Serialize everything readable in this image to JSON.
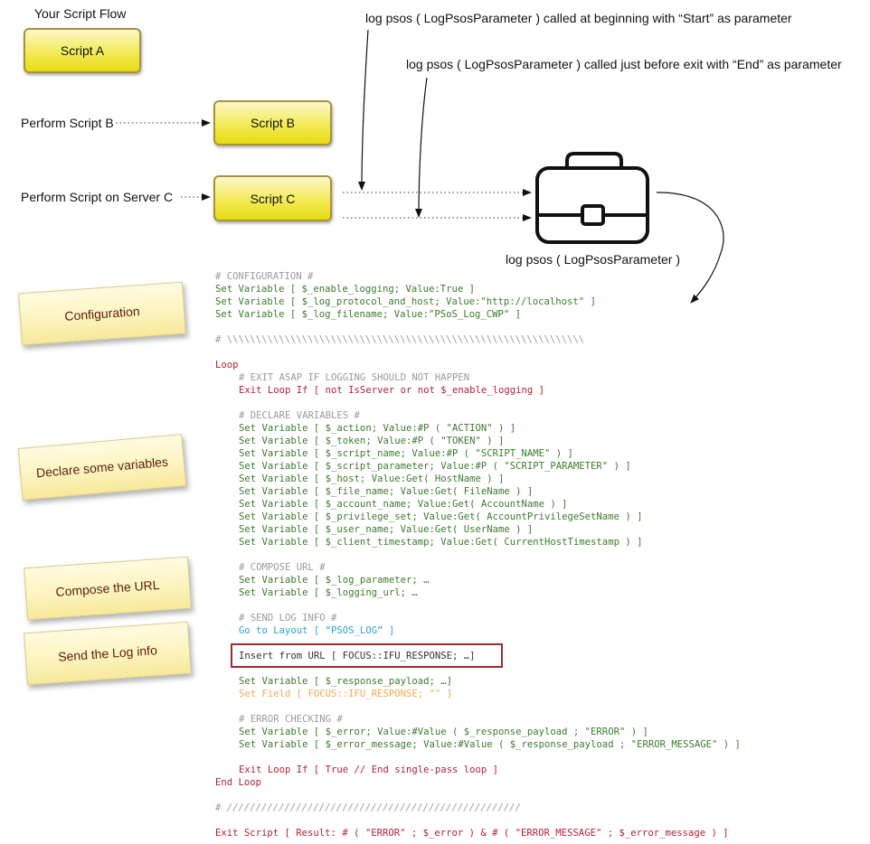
{
  "flow": {
    "title": "Your Script Flow",
    "scripts": [
      {
        "id": "a",
        "label": "Script A"
      },
      {
        "id": "b",
        "label": "Script B"
      },
      {
        "id": "c",
        "label": "Script C"
      }
    ],
    "calls": [
      {
        "label": "Perform Script B"
      },
      {
        "label": "Perform Script on Server C"
      }
    ]
  },
  "annotations": {
    "start_call": "log psos ( LogPsosParameter ) called at beginning with “Start” as parameter",
    "end_call": "log psos ( LogPsosParameter ) called just before exit with “End” as parameter",
    "briefcase_label": "log psos ( LogPsosParameter )"
  },
  "notes": [
    {
      "label": "Configuration"
    },
    {
      "label": "Declare some variables"
    },
    {
      "label": "Compose the URL"
    },
    {
      "label": "Send the Log info"
    }
  ],
  "colors": {
    "comment": "#9a9a9a",
    "set_variable": "#3d7a2e",
    "control": "#b22236",
    "navigation": "#2ba3cf",
    "set_field": "#f0a850",
    "highlight_border": "#9c2a2e",
    "script_box_fill": "#f3ea57"
  },
  "code": {
    "lines": [
      {
        "kind": "comment",
        "indent": 0,
        "text": "# CONFIGURATION #"
      },
      {
        "kind": "set",
        "indent": 0,
        "text": "Set Variable [ $_enable_logging; Value:True ]"
      },
      {
        "kind": "set",
        "indent": 0,
        "text": "Set Variable [ $_log_protocol_and_host; Value:\"http://localhost\" ]"
      },
      {
        "kind": "set",
        "indent": 0,
        "text": "Set Variable [ $_log_filename; Value:\"PSoS_Log_CWP\" ]"
      },
      {
        "kind": "blank",
        "indent": 0,
        "text": ""
      },
      {
        "kind": "comment",
        "indent": 0,
        "text": "# \\\\\\\\\\\\\\\\\\\\\\\\\\\\\\\\\\\\\\\\\\\\\\\\\\\\\\\\\\\\\\\\\\\\\\\\\\\\\\\\\\\\\\\\\\\\\\\\\\\\\\\\\\\\\\\\\\\\\\\\\\\\"
      },
      {
        "kind": "blank",
        "indent": 0,
        "text": ""
      },
      {
        "kind": "ctrl",
        "indent": 0,
        "text": "Loop"
      },
      {
        "kind": "comment",
        "indent": 1,
        "text": "# EXIT ASAP IF LOGGING SHOULD NOT HAPPEN"
      },
      {
        "kind": "ctrl",
        "indent": 1,
        "text": "Exit Loop If [ not IsServer or not $_enable_logging ]"
      },
      {
        "kind": "blank",
        "indent": 0,
        "text": ""
      },
      {
        "kind": "comment",
        "indent": 1,
        "text": "# DECLARE VARIABLES #"
      },
      {
        "kind": "set",
        "indent": 1,
        "text": "Set Variable [ $_action; Value:#P ( \"ACTION\" ) ]"
      },
      {
        "kind": "set",
        "indent": 1,
        "text": "Set Variable [ $_token; Value:#P ( \"TOKEN\" ) ]"
      },
      {
        "kind": "set",
        "indent": 1,
        "text": "Set Variable [ $_script_name; Value:#P ( \"SCRIPT_NAME\" ) ]"
      },
      {
        "kind": "set",
        "indent": 1,
        "text": "Set Variable [ $_script_parameter; Value:#P ( \"SCRIPT_PARAMETER\" ) ]"
      },
      {
        "kind": "set",
        "indent": 1,
        "text": "Set Variable [ $_host; Value:Get( HostName ) ]"
      },
      {
        "kind": "set",
        "indent": 1,
        "text": "Set Variable [ $_file_name; Value:Get( FileName ) ]"
      },
      {
        "kind": "set",
        "indent": 1,
        "text": "Set Variable [ $_account_name; Value:Get( AccountName ) ]"
      },
      {
        "kind": "set",
        "indent": 1,
        "text": "Set Variable [ $_privilege_set; Value:Get( AccountPrivilegeSetName ) ]"
      },
      {
        "kind": "set",
        "indent": 1,
        "text": "Set Variable [ $_user_name; Value:Get( UserName ) ]"
      },
      {
        "kind": "set",
        "indent": 1,
        "text": "Set Variable [ $_client_timestamp; Value:Get( CurrentHostTimestamp ) ]"
      },
      {
        "kind": "blank",
        "indent": 0,
        "text": ""
      },
      {
        "kind": "comment",
        "indent": 1,
        "text": "# COMPOSE URL #"
      },
      {
        "kind": "set",
        "indent": 1,
        "text": "Set Variable [ $_log_parameter; …"
      },
      {
        "kind": "set",
        "indent": 1,
        "text": "Set Variable [ $_logging_url; …"
      },
      {
        "kind": "blank",
        "indent": 0,
        "text": ""
      },
      {
        "kind": "comment",
        "indent": 1,
        "text": "# SEND LOG INFO #"
      },
      {
        "kind": "nav",
        "indent": 1,
        "text": "Go to Layout [ “PSOS_LOG” ]"
      },
      {
        "kind": "blank",
        "indent": 0,
        "text": ""
      },
      {
        "kind": "plain",
        "indent": 1,
        "text": "Insert from URL [ FOCUS::IFU_RESPONSE; …]"
      },
      {
        "kind": "blank",
        "indent": 0,
        "text": ""
      },
      {
        "kind": "set",
        "indent": 1,
        "text": "Set Variable [ $_response_payload; …]"
      },
      {
        "kind": "field",
        "indent": 1,
        "text": "Set Field [ FOCUS::IFU_RESPONSE; \"\" ]"
      },
      {
        "kind": "blank",
        "indent": 0,
        "text": ""
      },
      {
        "kind": "comment",
        "indent": 1,
        "text": "# ERROR CHECKING #"
      },
      {
        "kind": "set",
        "indent": 1,
        "text": "Set Variable [ $_error; Value:#Value ( $_response_payload ; \"ERROR\" ) ]"
      },
      {
        "kind": "set",
        "indent": 1,
        "text": "Set Variable [ $_error_message; Value:#Value ( $_response_payload ; \"ERROR_MESSAGE\" ) ]"
      },
      {
        "kind": "blank",
        "indent": 0,
        "text": ""
      },
      {
        "kind": "ctrl",
        "indent": 1,
        "text": "Exit Loop If [ True // End single-pass loop ]"
      },
      {
        "kind": "ctrl",
        "indent": 0,
        "text": "End Loop"
      },
      {
        "kind": "blank",
        "indent": 0,
        "text": ""
      },
      {
        "kind": "comment",
        "indent": 0,
        "text": "# ///////////////////////////////////////////////////"
      },
      {
        "kind": "blank",
        "indent": 0,
        "text": ""
      },
      {
        "kind": "ctrl",
        "indent": 0,
        "text": "Exit Script [ Result: # ( \"ERROR\" ; $_error ) & # ( \"ERROR_MESSAGE\" ; $_error_message ) ]"
      }
    ]
  }
}
